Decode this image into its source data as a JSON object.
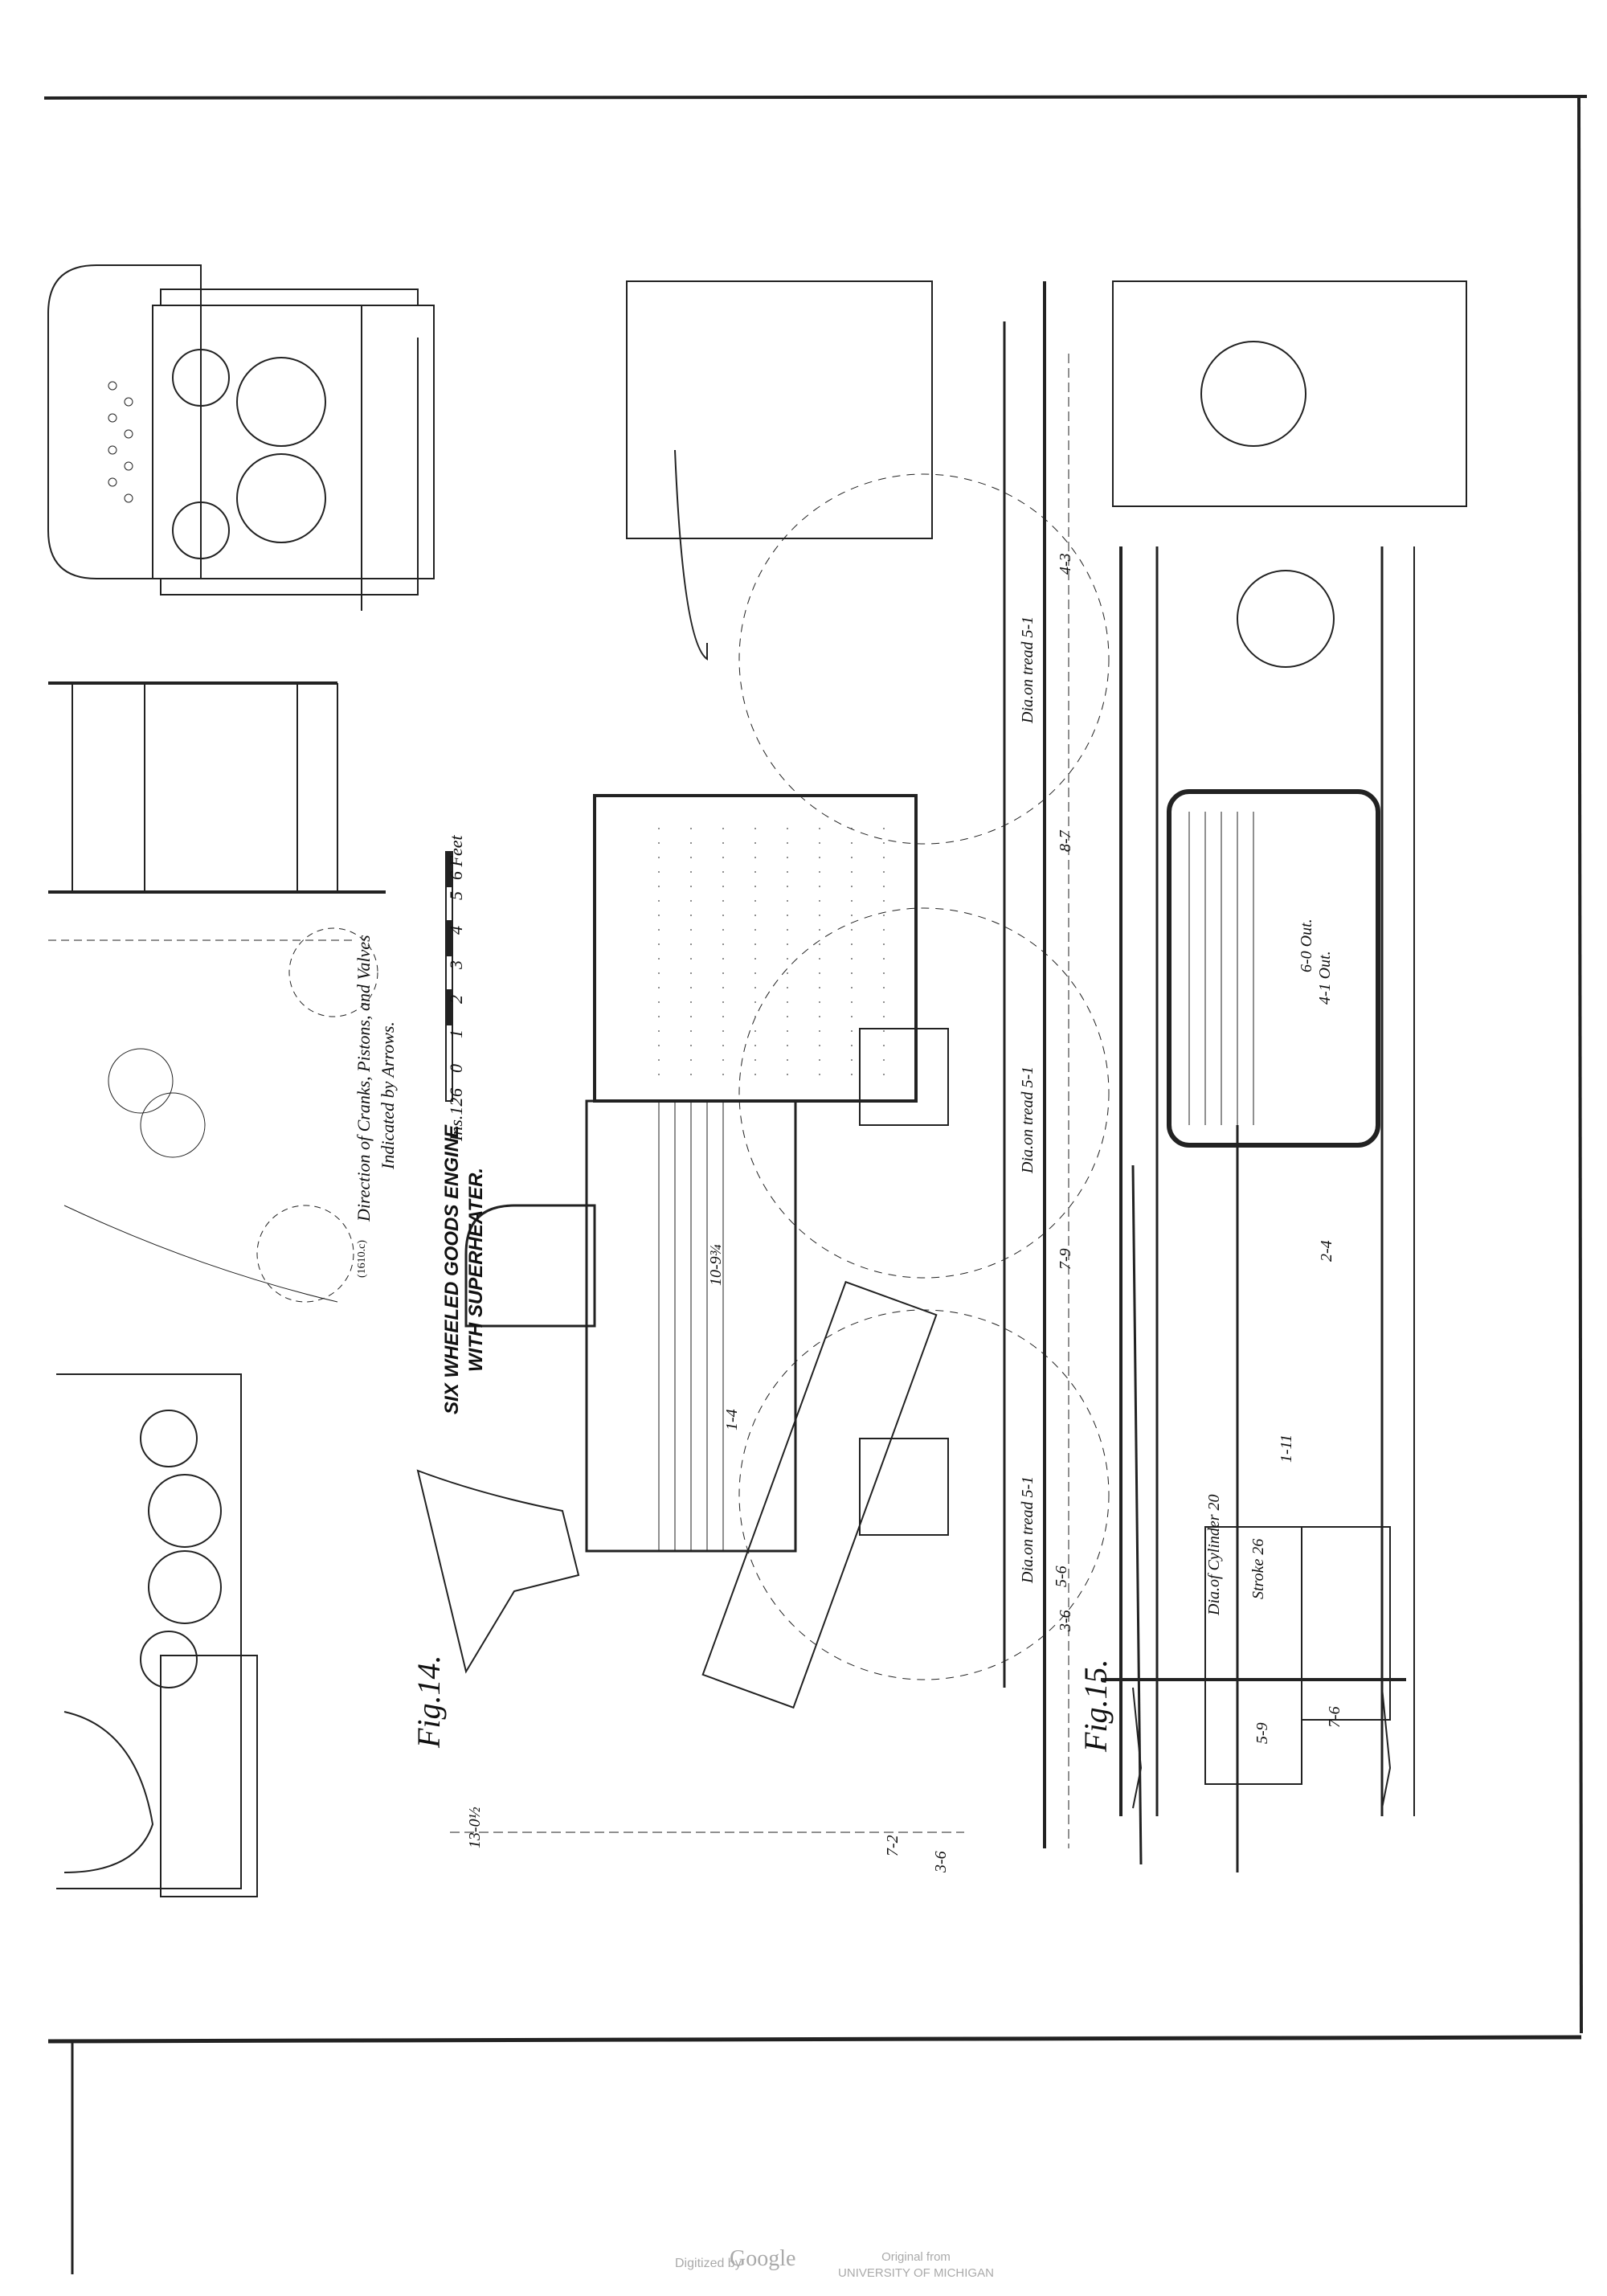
{
  "drawing": {
    "title_line1": "SIX WHEELED GOODS ENGINE",
    "title_line2": "WITH SUPERHEATER.",
    "fig14_label": "Fig.14.",
    "fig15_label": "Fig.15.",
    "direction_note_line1": "Direction of Cranks, Pistons, and Valves",
    "direction_note_line2": "Indicated by Arrows.",
    "plate_ref": "(1610.c)",
    "scale_bar": {
      "left_label": "Ins.12",
      "ticks": [
        "6",
        "0",
        "1",
        "2",
        "3",
        "4",
        "5",
        "6 Feet"
      ]
    },
    "dimensions_fig14": [
      "4-3",
      "8-7",
      "7-9",
      "3-6",
      "13-0½",
      "7-2",
      "3-6",
      "10-9¾",
      "1-4"
    ],
    "wheel_labels": [
      "Dia.on tread 5-1",
      "Dia.on tread 5-1",
      "Dia.on tread 5-1"
    ],
    "firebox_labels": [
      "6-0 Out.",
      "4-1 Out."
    ],
    "cylinder_labels": [
      "Dia.of Cylinder 20",
      "Stroke 26"
    ],
    "dimensions_fig15": [
      "5-6",
      "7-6",
      "5-9",
      "2-4",
      "1-11"
    ]
  },
  "footer": {
    "digitized": "Digitized by",
    "google": "Google",
    "original_from": "Original from",
    "university": "UNIVERSITY OF MICHIGAN"
  }
}
